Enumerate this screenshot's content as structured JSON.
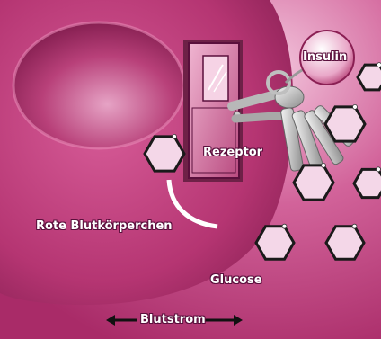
{
  "labels": {
    "insulin": "Insulin",
    "receptor": "Rezeptor",
    "red_blood_cells": "Rote Blutkörperchen",
    "glucose": "Glucose",
    "blood_flow": "Blutstrom"
  },
  "icons": {
    "left_arrow": "arrow-left-icon",
    "right_arrow": "arrow-right-icon",
    "key": "key-icon",
    "door": "door-icon"
  },
  "colors": {
    "background": "#c4447f",
    "cell": "#b5306f",
    "cell_dark": "#8a1f53",
    "hexagon_fill": "#f4d7e8",
    "text_outline": "#5a0f3c"
  }
}
